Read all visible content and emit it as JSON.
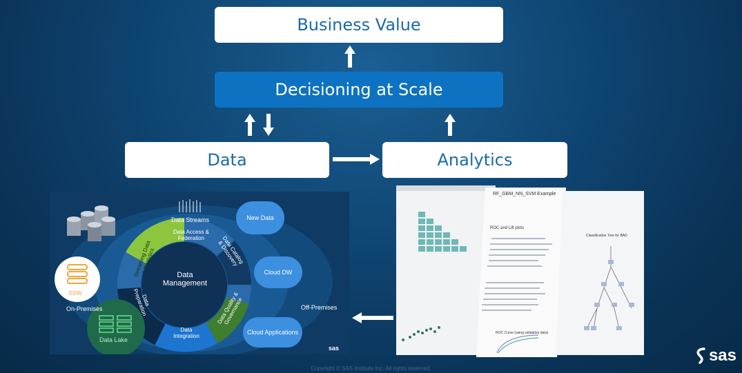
{
  "top": {
    "business_value": "Business Value",
    "decisioning": "Decisioning at Scale",
    "data": "Data",
    "analytics": "Analytics"
  },
  "left_panel": {
    "center_title": "Data Management",
    "data_streams": "Data Streams",
    "data_access": "Data Access & Federation",
    "data_catalog": "Data Catalog & Discovery",
    "streaming": "Streaming Data & Analytics",
    "data_quality": "Data Quality & Governance",
    "data_preparation": "Data Preparation",
    "data_integration": "Data Integration",
    "edw": "EDW",
    "on_premises": "On-Premises",
    "data_lake": "Data Lake",
    "off_premises": "Off-Premises",
    "new_data": "New Data",
    "cloud_dw": "Cloud DW",
    "cloud_apps": "Cloud Applications",
    "panel_logo": "sas"
  },
  "right_panel": {
    "tab_title": "RF_GBM_NN_SVM Example",
    "roc_title": "ROC and Lift plots",
    "tree_title": "Classification Tree for BAD",
    "roc_curve_title": "ROC Curve (using validation data)"
  },
  "footer": {
    "copyright": "Copyright © SAS Institute Inc. All rights reserved.",
    "logo": "sas"
  },
  "colors": {
    "accent_blue": "#0d72c1",
    "box_text": "#1a6aa8",
    "green": "#8cc63f",
    "dark_green": "#2f7a3f"
  }
}
